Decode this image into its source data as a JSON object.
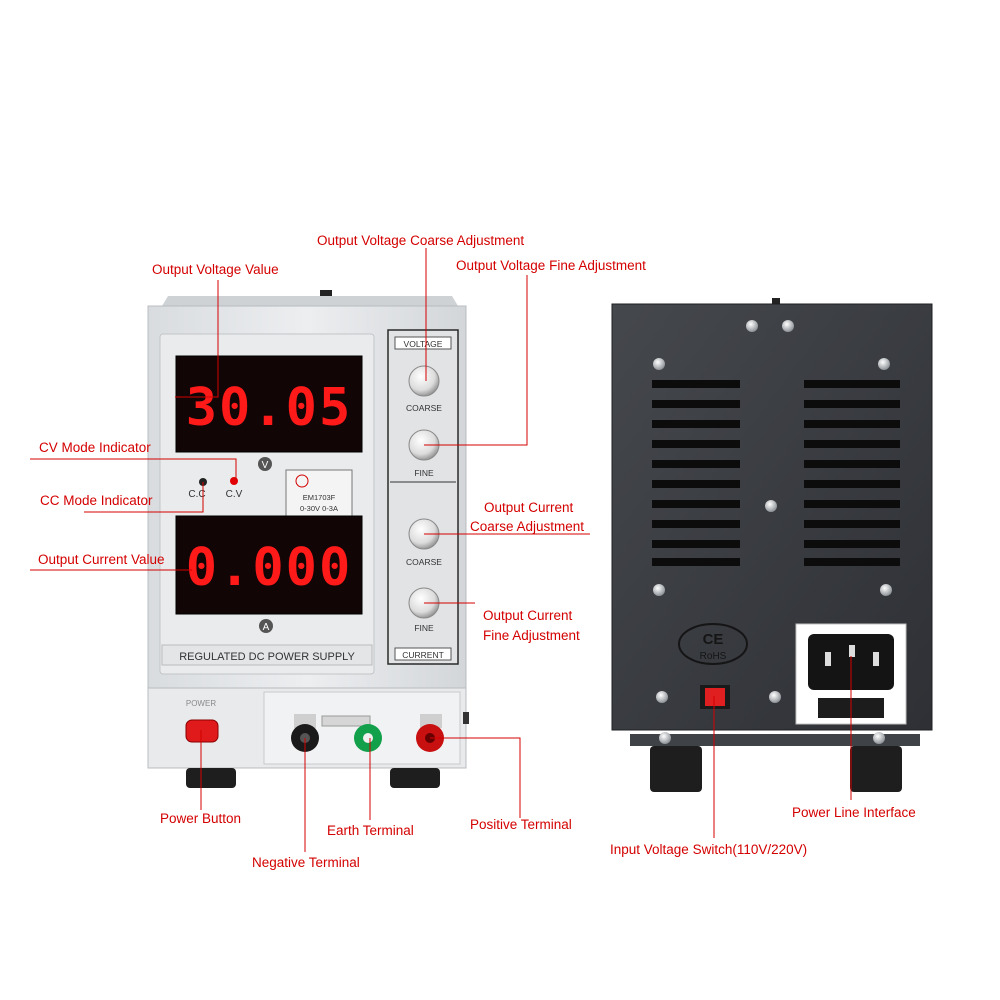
{
  "front": {
    "voltage_display": "30.05",
    "current_display": "0.000",
    "voltage_unit": "V",
    "current_unit": "A",
    "cc_label": "C.C",
    "cv_label": "C.V",
    "model": "EM1703F",
    "range": "0-30V  0-3A",
    "panel_title": "REGULATED DC POWER SUPPLY",
    "voltage_header": "VOLTAGE",
    "current_header": "CURRENT",
    "coarse_label": "COARSE",
    "fine_label": "FINE",
    "power_label": "POWER"
  },
  "back": {
    "ce_mark": "CE",
    "rohs_mark": "RoHS"
  },
  "annotations": {
    "output_voltage_value": "Output Voltage Value",
    "voltage_coarse": "Output Voltage Coarse Adjustment",
    "voltage_fine": "Output Voltage Fine Adjustment",
    "cv_indicator": "CV Mode Indicator",
    "cc_indicator": "CC Mode Indicator",
    "output_current_value": "Output Current Value",
    "current_coarse_1": "Output Current",
    "current_coarse_2": "Coarse Adjustment",
    "current_fine_1": "Output Current",
    "current_fine_2": "Fine Adjustment",
    "power_button": "Power Button",
    "earth_terminal": "Earth Terminal",
    "positive_terminal": "Positive Terminal",
    "negative_terminal": "Negative Terminal",
    "input_voltage_switch": "Input Voltage Switch(110V/220V)",
    "power_line_interface": "Power Line Interface"
  },
  "colors": {
    "annotation": "#d40000",
    "front_case": "#e6e8ea",
    "back_case": "#3a3d42",
    "display_bg": "#120505",
    "segment": "#ff1a1a"
  }
}
